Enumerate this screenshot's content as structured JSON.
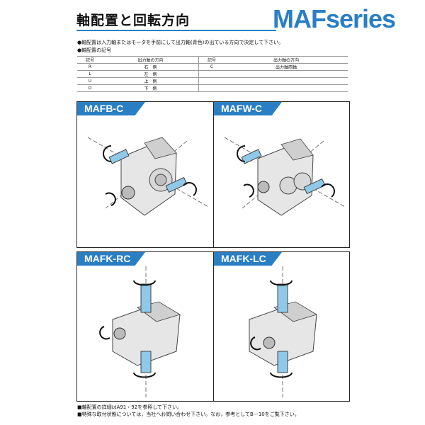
{
  "header": {
    "title": "軸配置と回転方向",
    "series": "MAFseries"
  },
  "notes": [
    "●軸配置は入力軸またはモータを手前にして出力軸(青色)の出ている方向で決定して下さい。",
    "●軸配置の記号"
  ],
  "table": {
    "headers": [
      "記号",
      "出力軸の方向",
      "記号",
      "出力軸の方向"
    ],
    "rows": [
      [
        "R",
        "右　側",
        "C",
        "出力軸両軸"
      ],
      [
        "L",
        "左　側",
        "",
        ""
      ],
      [
        "U",
        "上　側",
        "",
        ""
      ],
      [
        "D",
        "下　側",
        "",
        ""
      ]
    ]
  },
  "panels": [
    {
      "label": "MAFB-C"
    },
    {
      "label": "MAFW-C"
    },
    {
      "label": "MAFK-RC"
    },
    {
      "label": "MAFK-LC"
    }
  ],
  "footnotes": [
    "■軸配置の詳細はA91・92を参照して下さい。",
    "■特殊な取付状態については，当社へお問い合わせ下さい。なお，参考としてB－10をご覧下さい。"
  ],
  "colors": {
    "accent": "#2a7fc4",
    "shaft": "#8fc8e8"
  }
}
